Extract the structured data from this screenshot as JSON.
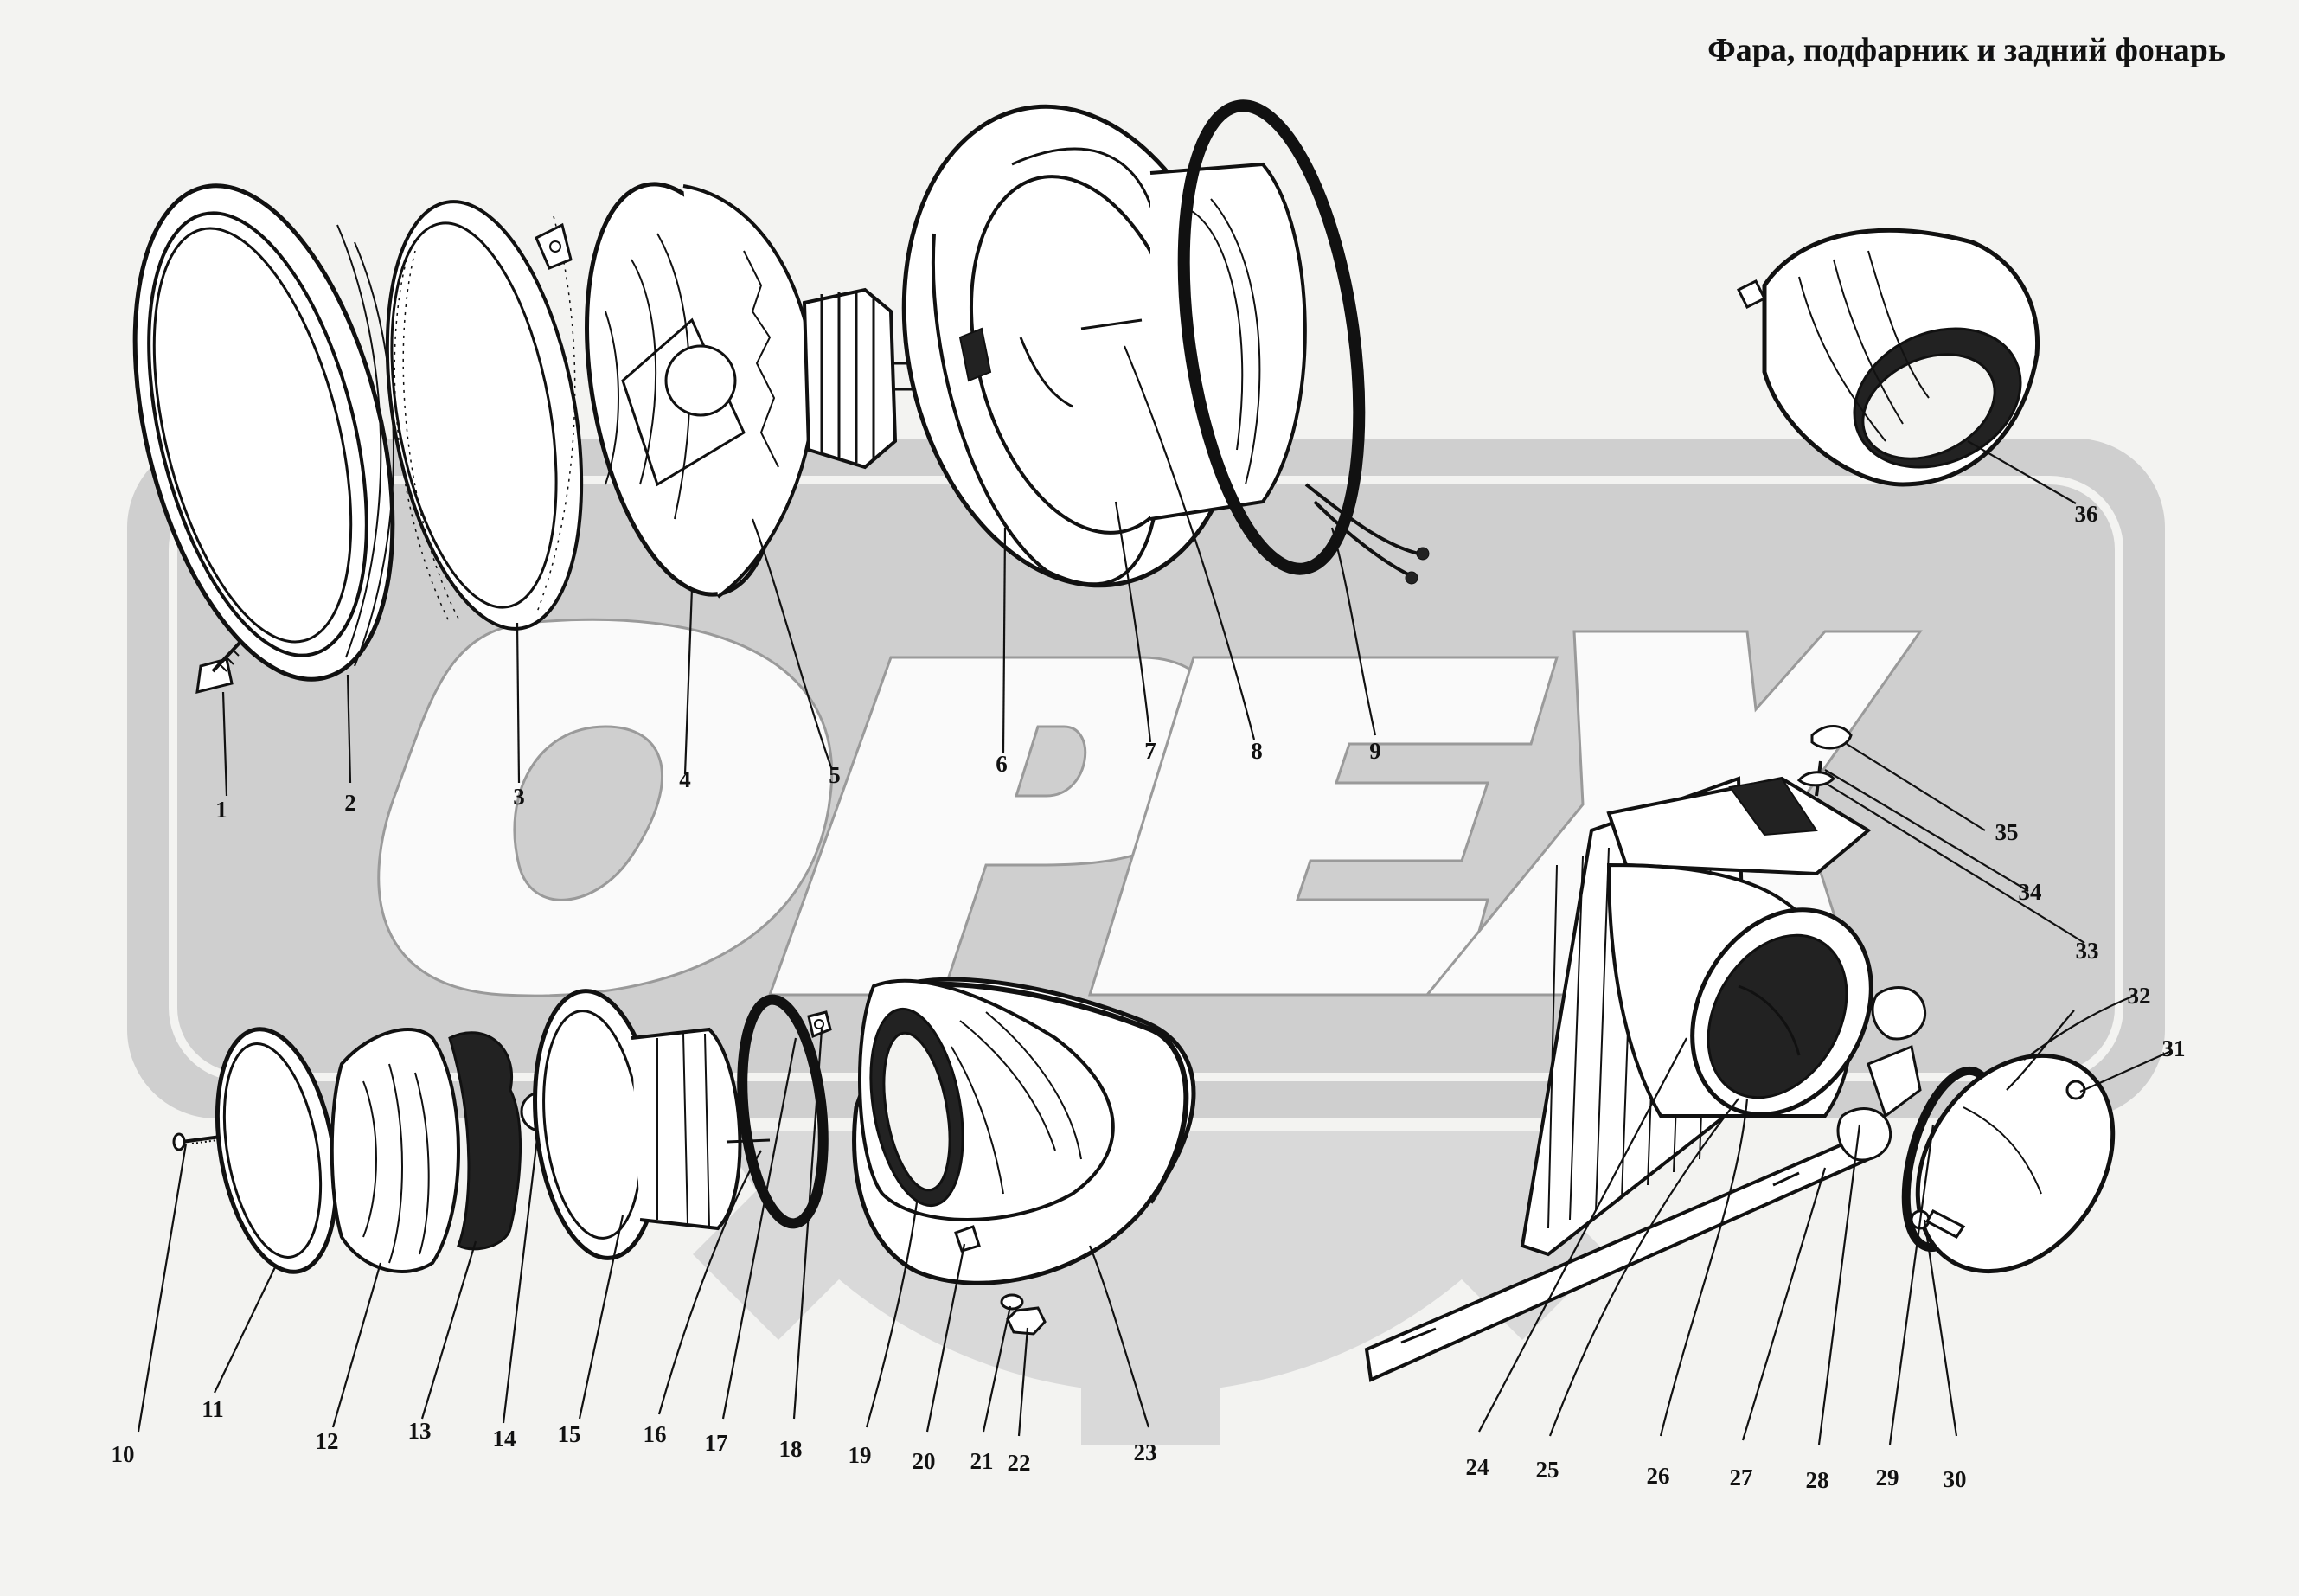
{
  "title": "Фара, подфарник и задний фонарь",
  "watermark": "OPEX",
  "colors": {
    "background": "#f3f3f1",
    "watermark_fill": "#d4d4d4",
    "ink": "#111111"
  },
  "callouts": {
    "p1": "1",
    "p2": "2",
    "p3": "3",
    "p4": "4",
    "p5": "5",
    "p6": "6",
    "p7": "7",
    "p8": "8",
    "p9": "9",
    "p10": "10",
    "p11": "11",
    "p12": "12",
    "p13": "13",
    "p14": "14",
    "p15": "15",
    "p16": "16",
    "p17": "17",
    "p18": "18",
    "p19": "19",
    "p20": "20",
    "p21": "21",
    "p22": "22",
    "p23": "23",
    "p24": "24",
    "p25": "25",
    "p26": "26",
    "p27": "27",
    "p28": "28",
    "p29": "29",
    "p30": "30",
    "p31": "31",
    "p32": "32",
    "p33": "33",
    "p34": "34",
    "p35": "35",
    "p36": "36"
  }
}
